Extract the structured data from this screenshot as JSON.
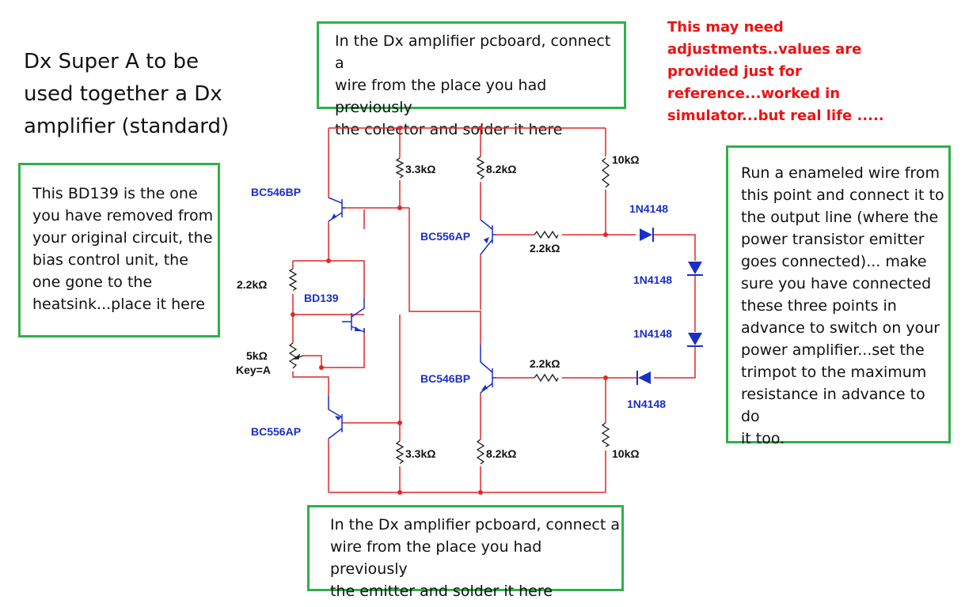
{
  "title": "Dx Super A to be\nused together a Dx\namplifier (standard)",
  "warning": "This may need\nadjustments..values are\nprovided just for\nreference...worked in\nsimulator...but real life .....",
  "notes": {
    "collector": "In the Dx amplifier pcboard, connect a\nwire from the place you had previously\nthe colector and solder it here",
    "emitter": "In the Dx amplifier pcboard, connect a\nwire from the place you had previously\nthe emitter and solder it here",
    "bd139": "This BD139 is the one\nyou have removed from\nyour original circuit, the\nbias control unit, the\none gone to the\nheatsink...place it here",
    "output": "Run a enameled wire from\nthis point and connect it to\nthe output line (where the\npower transistor emitter\ngoes connected)... make\nsure you have connected\nthese three points in\nadvance to switch on your\npower amplifier...set the\ntrimpot to the maximum\nresistance in advance to do\nit too."
  },
  "components": {
    "q1": "BC546BP",
    "q2": "BD139",
    "q3": "BC556AP",
    "q4": "BC556AP",
    "q5": "BC546BP",
    "r_bias": "2.2kΩ",
    "pot": "5kΩ",
    "pot_key": "Key=A",
    "r_top_left": "3.3kΩ",
    "r_top_mid": "8.2kΩ",
    "r_top_right": "10kΩ",
    "r_series_top": "2.2kΩ",
    "r_series_bot": "2.2kΩ",
    "r_bot_left": "3.3kΩ",
    "r_bot_mid": "8.2kΩ",
    "r_bot_right": "10kΩ",
    "d1": "1N4148",
    "d2": "1N4148",
    "d3": "1N4148",
    "d4": "1N4148"
  },
  "colors": {
    "wire": "#e32626",
    "component": "#1a2fc8",
    "note_border": "#2eb14a",
    "warning_text": "#ee1111"
  }
}
